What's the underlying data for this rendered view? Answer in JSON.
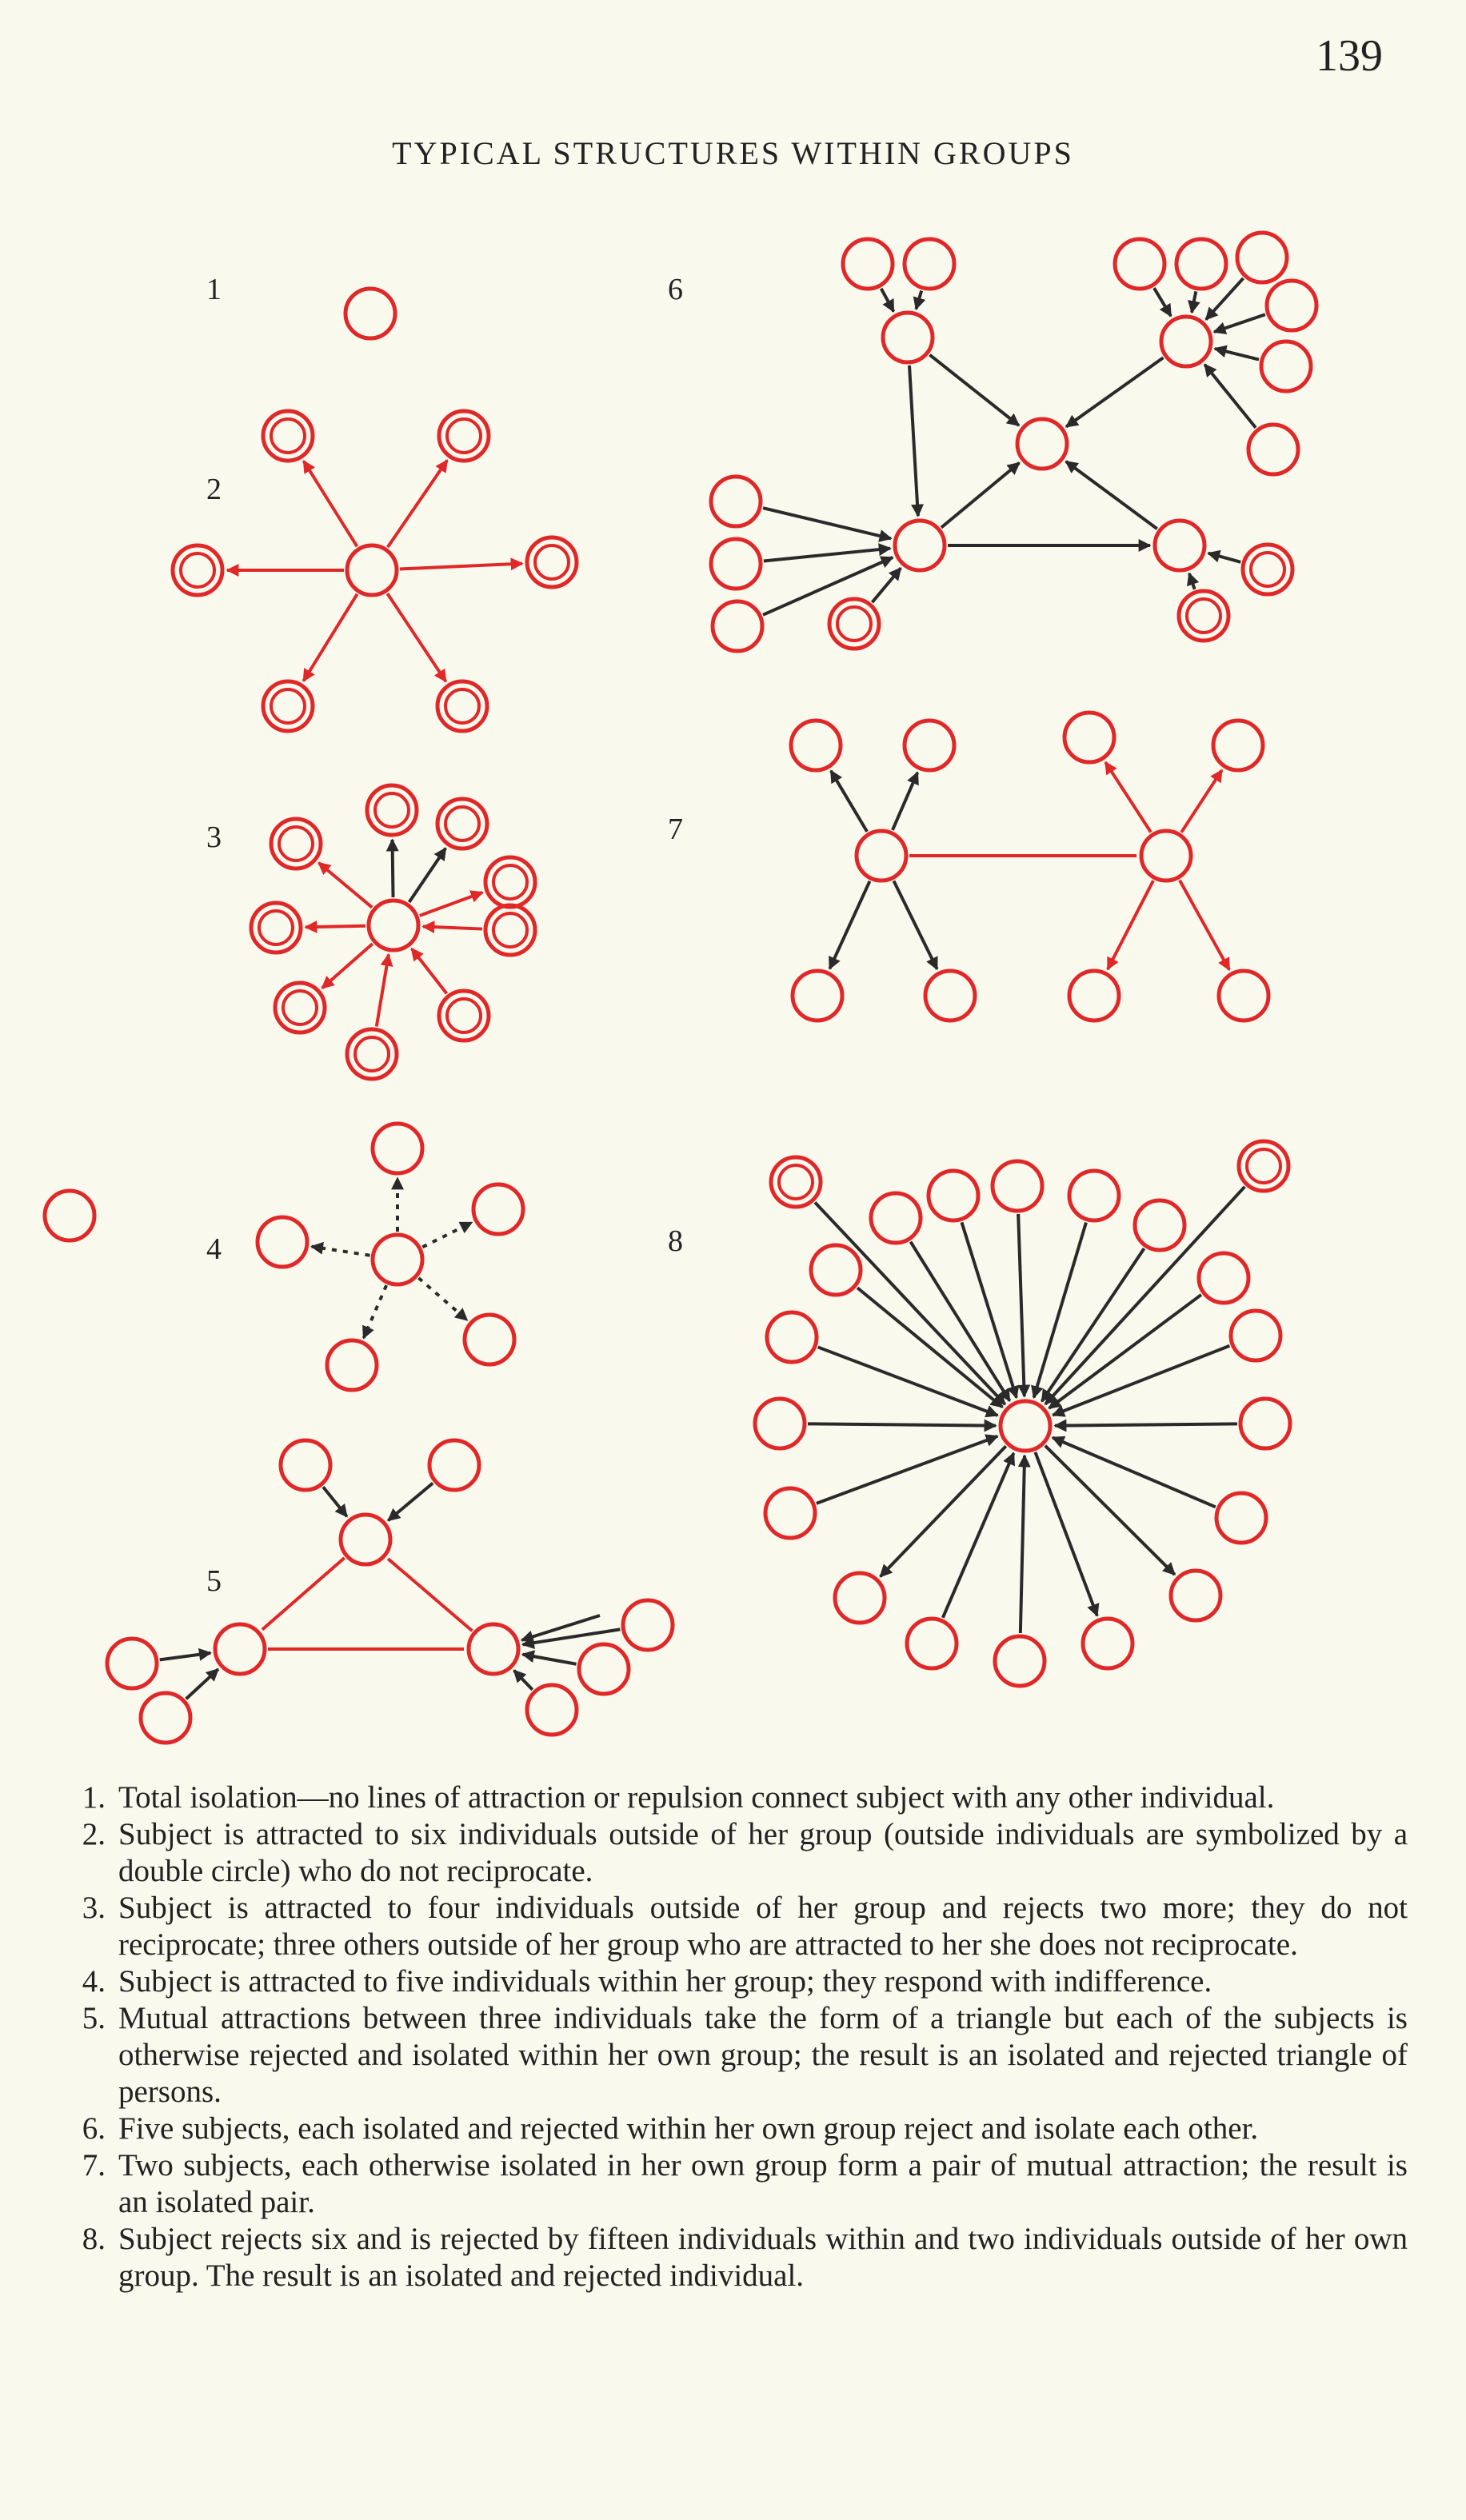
{
  "page_number": "139",
  "title": "TYPICAL STRUCTURES WITHIN GROUPS",
  "colors": {
    "attraction": "#e02828",
    "rejection": "#2a2a2a",
    "paper": "#faf9ee"
  },
  "figures": [
    {
      "number": "1"
    },
    {
      "number": "2"
    },
    {
      "number": "3"
    },
    {
      "number": "4"
    },
    {
      "number": "5"
    },
    {
      "number": "6"
    },
    {
      "number": "7"
    },
    {
      "number": "8"
    }
  ],
  "captions": [
    {
      "number": "1.",
      "text": "Total isolation—no lines of attraction or repulsion connect subject with any other individual."
    },
    {
      "number": "2.",
      "text": "Subject is attracted to six individuals outside of her group (outside individuals are symbolized by a double circle) who do not reciprocate."
    },
    {
      "number": "3.",
      "text": "Subject is attracted to four individuals outside of her group and rejects two more; they do not reciprocate; three others outside of her group who are attracted to her she does not reciprocate."
    },
    {
      "number": "4.",
      "text": "Subject is attracted to five individuals within her group; they respond with indifference."
    },
    {
      "number": "5.",
      "text": "Mutual attractions between three individuals take the form of a triangle but each of the subjects is otherwise rejected and isolated within her own group; the result is an isolated and rejected triangle of persons."
    },
    {
      "number": "6.",
      "text": "Five subjects, each isolated and rejected within her own group reject and isolate each other."
    },
    {
      "number": "7.",
      "text": "Two subjects, each otherwise isolated in her own group form a pair of mutual attraction; the result is an isolated pair."
    },
    {
      "number": "8.",
      "text": "Subject rejects six and is rejected by fifteen individuals within and two individuals outside of her own group. The result is an isolated and rejected individual."
    }
  ]
}
